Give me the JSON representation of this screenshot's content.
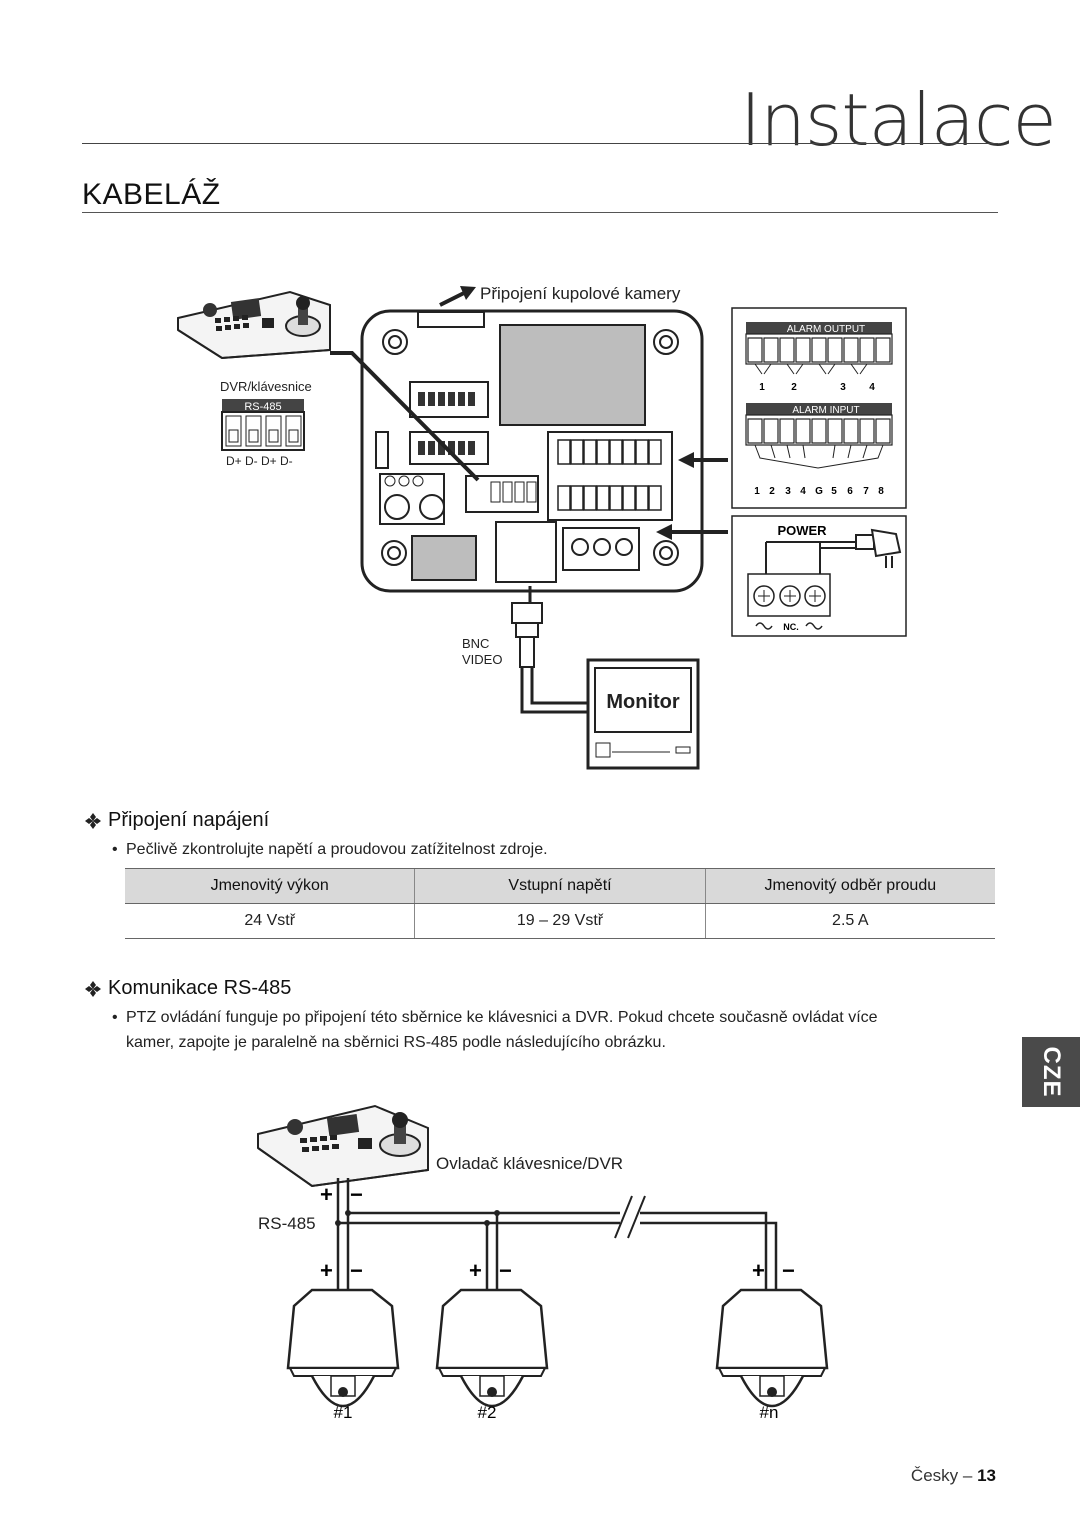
{
  "header": {
    "chapter_title": "Instalace",
    "section_title": "KABELÁŽ"
  },
  "wiring_diagram": {
    "dome_connection_label": "Připojení kupolové kamery",
    "keyboard_label": "DVR/klávesnice",
    "rs485_badge": "RS-485",
    "rs485_pins": "D+ D-  D+ D-",
    "alarm_output_label": "ALARM OUTPUT",
    "alarm_output_numbers": [
      "1",
      "2",
      "3",
      "4"
    ],
    "alarm_input_label": "ALARM INPUT",
    "alarm_input_numbers": [
      "1",
      "2",
      "3",
      "4",
      "G",
      "5",
      "6",
      "7",
      "8"
    ],
    "power_label": "POWER",
    "power_terminal_mid": "NC.",
    "bnc_label": "BNC",
    "video_label": "VIDEO",
    "monitor_label": "Monitor"
  },
  "power_section": {
    "heading": "Připojení napájení",
    "bullet": "Pečlivě zkontrolujte napětí a proudovou zatížitelnost zdroje.",
    "table": {
      "headers": [
        "Jmenovitý výkon",
        "Vstupní napětí",
        "Jmenovitý odběr proudu"
      ],
      "row": [
        "24 Vstř",
        "19 – 29 Vstř",
        "2.5 A"
      ]
    }
  },
  "rs485_section": {
    "heading": "Komunikace RS-485",
    "bullet_line1": "PTZ ovládání funguje po připojení této sběrnice ke klávesnici a DVR. Pokud chcete současně ovládat více",
    "bullet_line2": "kamer, zapojte je paralelně na sběrnici RS-485 podle následujícího obrázku."
  },
  "bus_diagram": {
    "controller_label": "Ovladač klávesnice/DVR",
    "bus_label": "RS-485",
    "plus": "+",
    "minus": "−",
    "camera_labels": [
      "#1",
      "#2",
      "#n"
    ]
  },
  "side_tab": "CZE",
  "footer": {
    "language": "Česky –",
    "page_number": "13"
  }
}
